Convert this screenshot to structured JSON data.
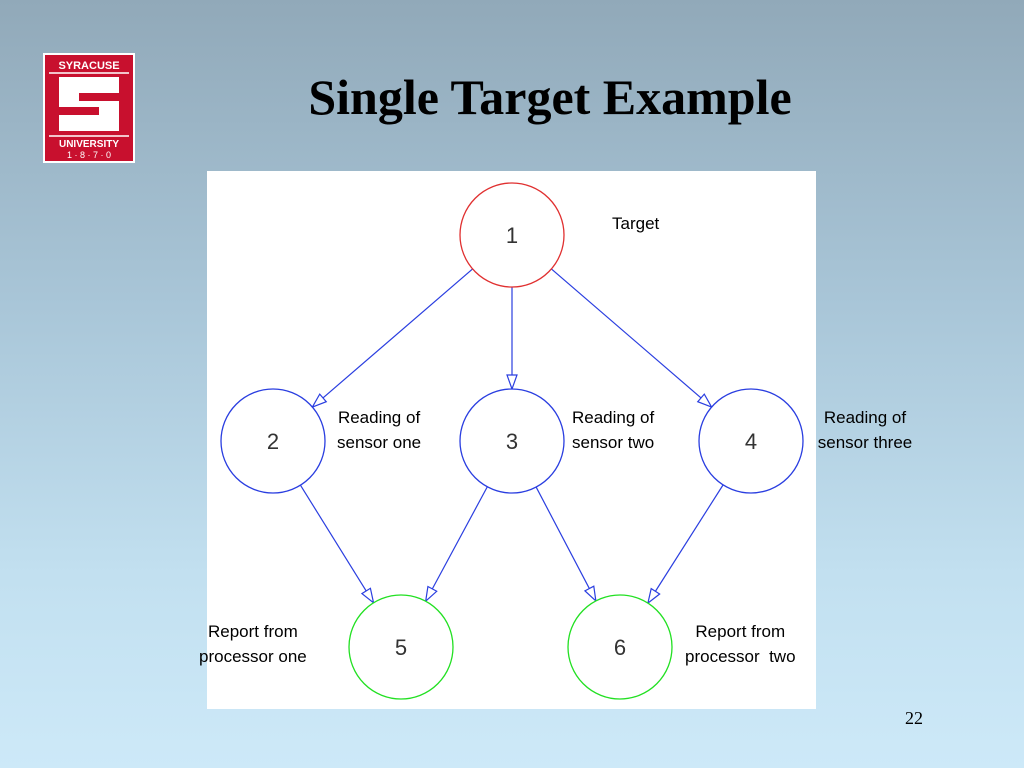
{
  "slide": {
    "title": "Single Target Example",
    "page_number": "22"
  },
  "logo": {
    "top_text": "SYRACUSE",
    "middle_text": "UNIVERSITY",
    "bottom_text": "1 · 8 · 7 · 0",
    "colors": {
      "background": "#c8102e",
      "foreground": "#ffffff"
    }
  },
  "diagram": {
    "nodes": [
      {
        "id": "1",
        "label": "1",
        "color": "#e03030"
      },
      {
        "id": "2",
        "label": "2",
        "color": "#2a3ee0"
      },
      {
        "id": "3",
        "label": "3",
        "color": "#2a3ee0"
      },
      {
        "id": "4",
        "label": "4",
        "color": "#2a3ee0"
      },
      {
        "id": "5",
        "label": "5",
        "color": "#22e022"
      },
      {
        "id": "6",
        "label": "6",
        "color": "#22e022"
      }
    ],
    "edges": [
      {
        "from": "1",
        "to": "2"
      },
      {
        "from": "1",
        "to": "3"
      },
      {
        "from": "1",
        "to": "4"
      },
      {
        "from": "2",
        "to": "5"
      },
      {
        "from": "3",
        "to": "5"
      },
      {
        "from": "3",
        "to": "6"
      },
      {
        "from": "4",
        "to": "6"
      }
    ],
    "edge_color": "#2a3ee0",
    "annotations": {
      "target": "Target",
      "sensor_one": "Reading of\nsensor one",
      "sensor_two": "Reading of\nsensor two",
      "sensor_three": "Reading of\nsensor three",
      "processor_one": "Report from\nprocessor one",
      "processor_two": "Report from\nprocessor  two"
    }
  }
}
